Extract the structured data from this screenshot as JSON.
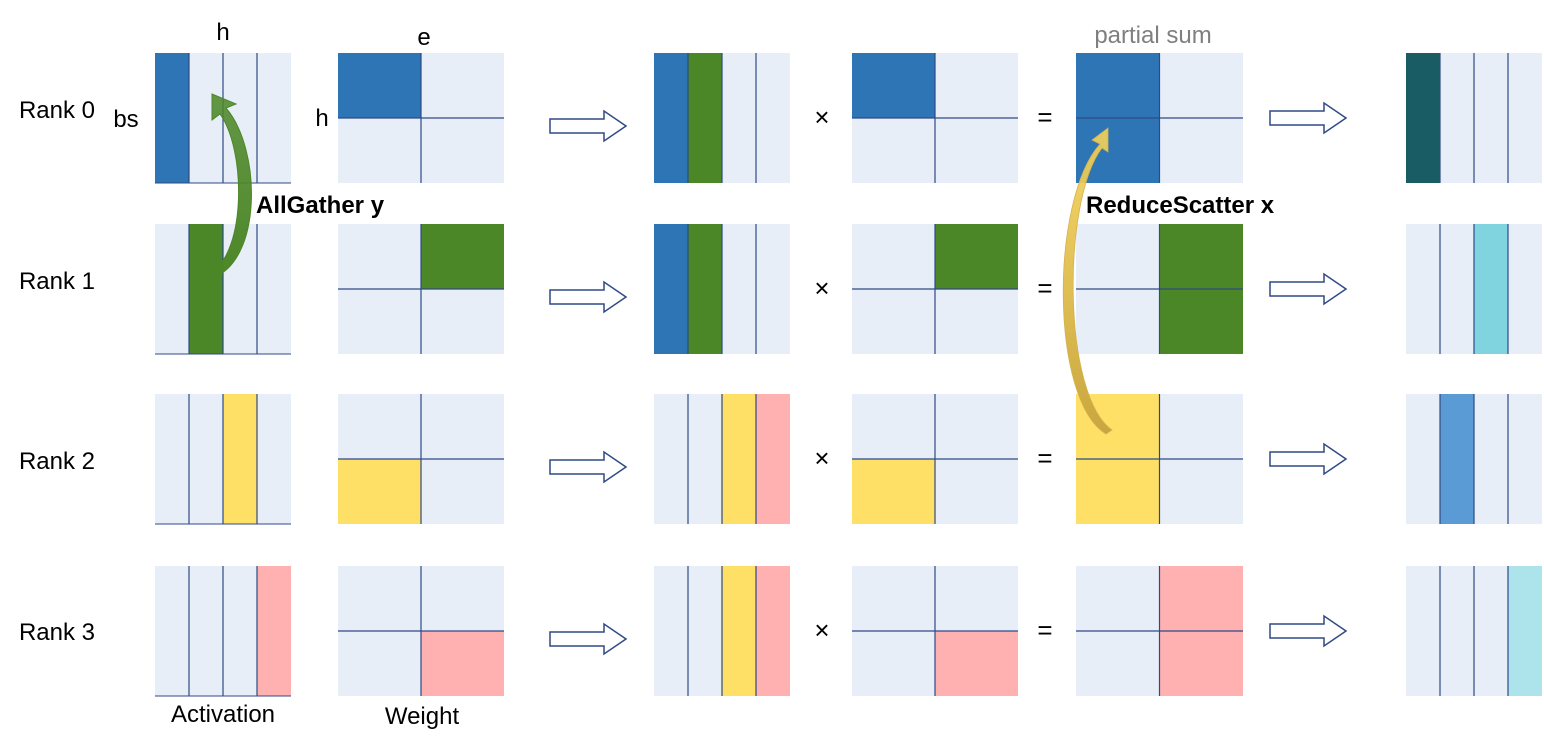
{
  "labels": {
    "h_top": "h",
    "e_top": "e",
    "bs": "bs",
    "h_left": "h",
    "partial_sum": "partial sum",
    "allgather": "AllGather y",
    "reducescatter": "ReduceScatter x",
    "activation": "Activation",
    "weight": "Weight",
    "times": "×",
    "equals": "="
  },
  "colors": {
    "background": "#e7eef8",
    "grid_line": "#2f4a85",
    "blue": "#2e75b6",
    "green": "#4c8727",
    "yellow": "#ffe066",
    "pink": "#ffb1b1",
    "dark_teal": "#195c64",
    "light_cyan": "#7fd4e0",
    "mid_blue": "#5b9bd5",
    "pale_cyan": "#ade3ea",
    "arrow_outline": "#2f4a85",
    "allgather_arrow": "#4c8727",
    "reducescatter_arrow": "#f5d35a",
    "partial_sum_text": "#7f7f7f"
  },
  "ranks": [
    {
      "label": "Rank 0",
      "activation_fill": [
        0
      ],
      "activation_color": "blue",
      "weight_fill": 0,
      "weight_color": "blue",
      "gathered_fill": [
        "blue",
        "green",
        null,
        null
      ],
      "product_fill": 0,
      "product_color": "blue",
      "partial_fill": [
        0,
        2
      ],
      "partial_color": "blue",
      "output_fill": 0,
      "output_color": "dark_teal"
    },
    {
      "label": "Rank 1",
      "activation_fill": [
        1
      ],
      "activation_color": "green",
      "weight_fill": 1,
      "weight_color": "green",
      "gathered_fill": [
        "blue",
        "green",
        null,
        null
      ],
      "product_fill": 1,
      "product_color": "green",
      "partial_fill": [
        1,
        3
      ],
      "partial_color": "green",
      "output_fill": 2,
      "output_color": "light_cyan"
    },
    {
      "label": "Rank 2",
      "activation_fill": [
        2
      ],
      "activation_color": "yellow",
      "weight_fill": 2,
      "weight_color": "yellow",
      "gathered_fill": [
        null,
        null,
        "yellow",
        "pink"
      ],
      "product_fill": 2,
      "product_color": "yellow",
      "partial_fill": [
        0,
        2
      ],
      "partial_color": "yellow",
      "output_fill": 1,
      "output_color": "mid_blue"
    },
    {
      "label": "Rank 3",
      "activation_fill": [
        3
      ],
      "activation_color": "pink",
      "weight_fill": 3,
      "weight_color": "pink",
      "gathered_fill": [
        null,
        null,
        "yellow",
        "pink"
      ],
      "product_fill": 3,
      "product_color": "pink",
      "partial_fill": [
        1,
        3
      ],
      "partial_color": "pink",
      "output_fill": 3,
      "output_color": "pale_cyan"
    }
  ]
}
